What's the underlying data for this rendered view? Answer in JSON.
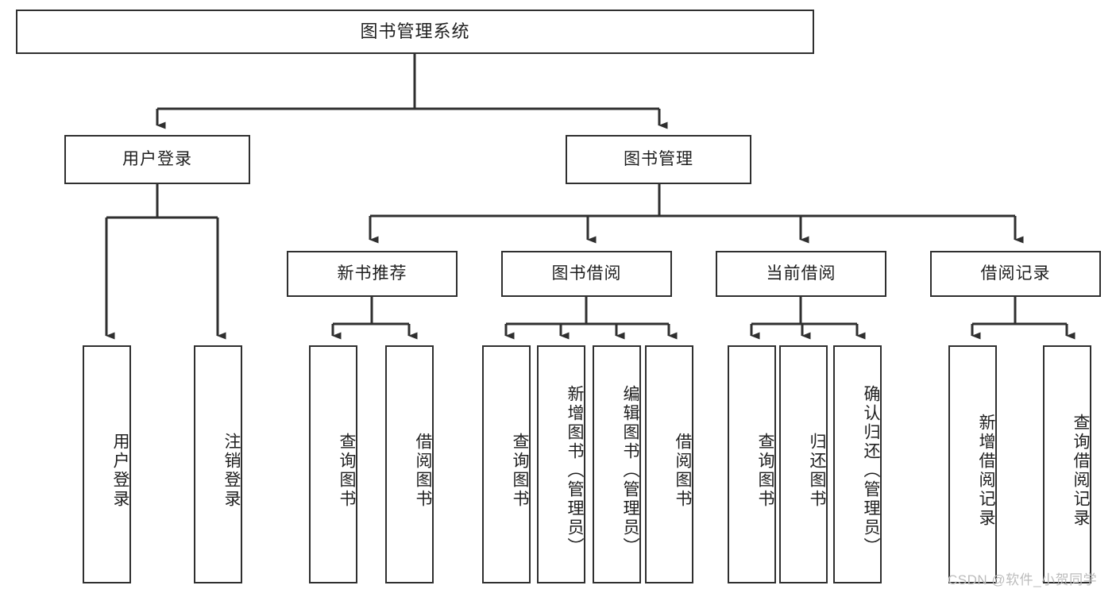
{
  "diagram": {
    "type": "tree-hierarchy-chart",
    "root": {
      "id": "root",
      "label": "图书管理系统"
    },
    "level2": [
      {
        "id": "user-login",
        "label": "用户登录"
      },
      {
        "id": "book-manage",
        "label": "图书管理"
      }
    ],
    "level3": [
      {
        "id": "new-book-rec",
        "label": "新书推荐",
        "parent": "book-manage"
      },
      {
        "id": "book-borrow",
        "label": "图书借阅",
        "parent": "book-manage"
      },
      {
        "id": "current-borrow",
        "label": "当前借阅",
        "parent": "book-manage"
      },
      {
        "id": "borrow-record",
        "label": "借阅记录",
        "parent": "book-manage"
      }
    ],
    "leaves": [
      {
        "id": "leaf-user-login",
        "label": "用户登录",
        "parent": "user-login"
      },
      {
        "id": "leaf-logout",
        "label": "注销登录",
        "parent": "user-login"
      },
      {
        "id": "leaf-query-book-1",
        "label": "查询图书",
        "parent": "new-book-rec"
      },
      {
        "id": "leaf-borrow-book-1",
        "label": "借阅图书",
        "parent": "new-book-rec"
      },
      {
        "id": "leaf-query-book-2",
        "label": "查询图书",
        "parent": "book-borrow"
      },
      {
        "id": "leaf-add-book",
        "label": "新增图书（管理员）",
        "parent": "book-borrow"
      },
      {
        "id": "leaf-edit-book",
        "label": "编辑图书（管理员）",
        "parent": "book-borrow"
      },
      {
        "id": "leaf-borrow-book-2",
        "label": "借阅图书",
        "parent": "book-borrow"
      },
      {
        "id": "leaf-query-book-3",
        "label": "查询图书",
        "parent": "current-borrow"
      },
      {
        "id": "leaf-return-book",
        "label": "归还图书",
        "parent": "current-borrow"
      },
      {
        "id": "leaf-confirm-return",
        "label": "确认归还（管理员）",
        "parent": "current-borrow"
      },
      {
        "id": "leaf-add-record",
        "label": "新增借阅记录",
        "parent": "borrow-record"
      },
      {
        "id": "leaf-query-record",
        "label": "查询借阅记录",
        "parent": "borrow-record"
      }
    ]
  },
  "watermark": {
    "text": "CSDN @软件_小贺同学"
  },
  "colors": {
    "stroke": "#2f2f2f",
    "background": "#ffffff",
    "text": "#1f1f1f",
    "watermark": "#bcbcbc"
  }
}
